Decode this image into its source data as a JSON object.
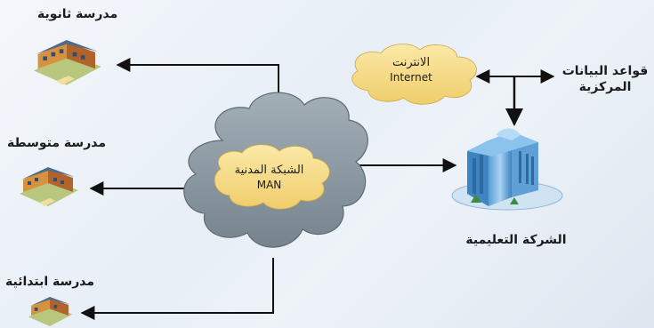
{
  "nodes": {
    "secondary_school": "مدرسة ثانوية",
    "middle_school": "مدرسة متوسطة",
    "primary_school": "مدرسة ابتدائية",
    "internet_ar": "الانترنت",
    "internet_en": "Internet",
    "databases_line1": "قواعد البيانات",
    "databases_line2": "المركزية",
    "man_ar": "الشبكة المدنية",
    "man_en": "MAN",
    "company": "الشركة التعليمية"
  },
  "icons": {
    "school": "school-building-icon",
    "company": "office-building-icon"
  },
  "colors": {
    "man_cloud": "#8c9aa4",
    "inner_cloud": "#f7dc86",
    "internet_cloud": "#f7dc86",
    "arrow": "#111111"
  }
}
